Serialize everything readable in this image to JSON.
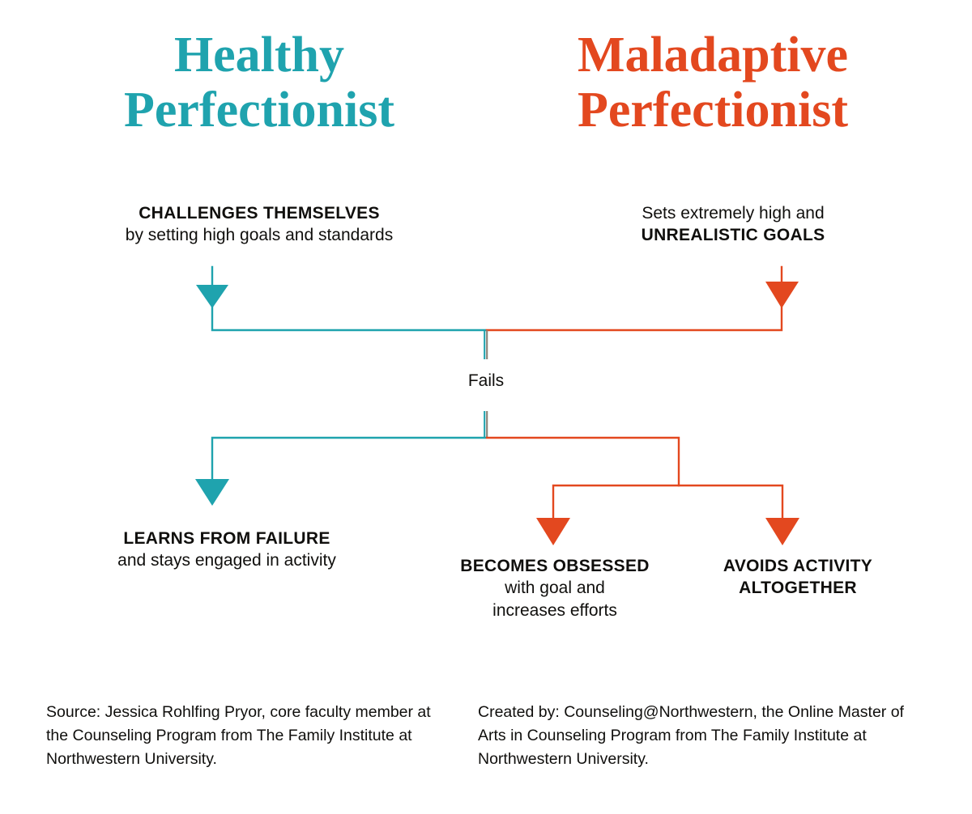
{
  "headings": {
    "left": {
      "line1": "Healthy",
      "line2": "Perfectionist",
      "color": "#1FA3AE"
    },
    "right": {
      "line1": "Maladaptive",
      "line2": "Perfectionist",
      "color": "#E3481F"
    }
  },
  "nodes": {
    "challenges": {
      "strong": "CHALLENGES THEMSELVES",
      "light": "by setting high goals and standards"
    },
    "unrealistic": {
      "light": "Sets extremely high and",
      "strong": "UNREALISTIC GOALS"
    },
    "fails": "Fails",
    "learns": {
      "strong": "LEARNS FROM FAILURE",
      "light": "and stays engaged in activity"
    },
    "obsessed": {
      "strong": "BECOMES OBSESSED",
      "light1": "with goal and",
      "light2": "increases efforts"
    },
    "avoids": {
      "strong1": "AVOIDS ACTIVITY",
      "strong2": "ALTOGETHER"
    }
  },
  "footer": {
    "source": "Source: Jessica Rohlfing Pryor, core faculty member at the Counseling Program from The Family Institute at Northwestern University.",
    "created": "Created by: Counseling@Northwestern, the Online Master of Arts in Counseling Program from The Family Institute at Northwestern University."
  },
  "colors": {
    "teal": "#1FA3AE",
    "orange": "#E3481F",
    "center_stem_gray": "#8A8074",
    "background": "#FFFFFF",
    "text": "#100F0D"
  },
  "flow": {
    "left_branch_label": "healthy-path",
    "right_branch_label": "maladaptive-path",
    "arrow_count": 5
  }
}
